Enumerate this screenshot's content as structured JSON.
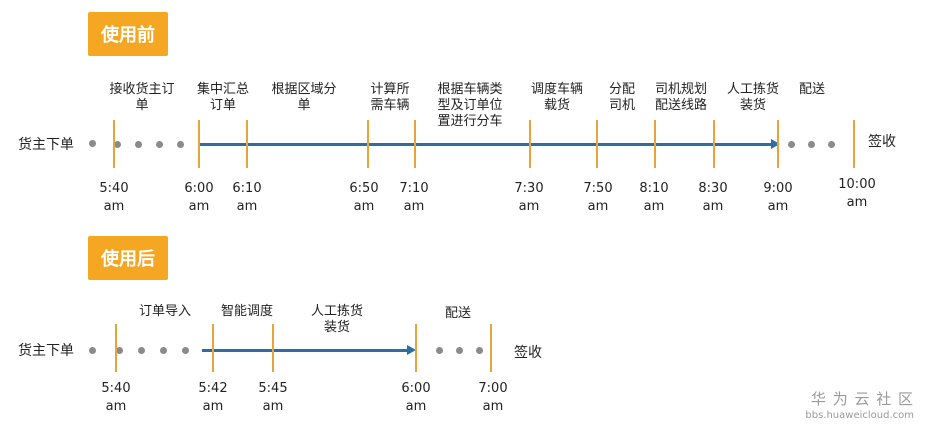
{
  "before": {
    "badge": "使用前",
    "start": "货主下单",
    "end": "签收",
    "labels": [
      "接收货主订\n单",
      "集中汇总\n订单",
      "根据区域分\n单",
      "计算所\n需车辆",
      "根据车辆类\n型及订单位\n置进行分车",
      "调度车辆\n载货",
      "分配\n司机",
      "司机规划\n配送线路",
      "人工拣货\n装货",
      "配送"
    ],
    "times": [
      "5:40\nam",
      "6:00\nam",
      "6:10\nam",
      "6:50\nam",
      "7:10\nam",
      "7:30\nam",
      "7:50\nam",
      "8:10\nam",
      "8:30\nam",
      "9:00\nam",
      "10:00\nam"
    ]
  },
  "after": {
    "badge": "使用后",
    "start": "货主下单",
    "end": "签收",
    "labels": [
      "订单导入",
      "智能调度",
      "人工拣货\n装货",
      "配送"
    ],
    "times": [
      "5:40\nam",
      "5:42\nam",
      "5:45\nam",
      "6:00\nam",
      "7:00\nam"
    ]
  },
  "watermark": {
    "title": "华 为 云 社 区",
    "url": "bbs.huaweicloud.com"
  },
  "colors": {
    "accent": "#f5a623",
    "tick": "#e8a33a",
    "arrow": "#2e6da4",
    "dot": "#8a8a8a"
  }
}
